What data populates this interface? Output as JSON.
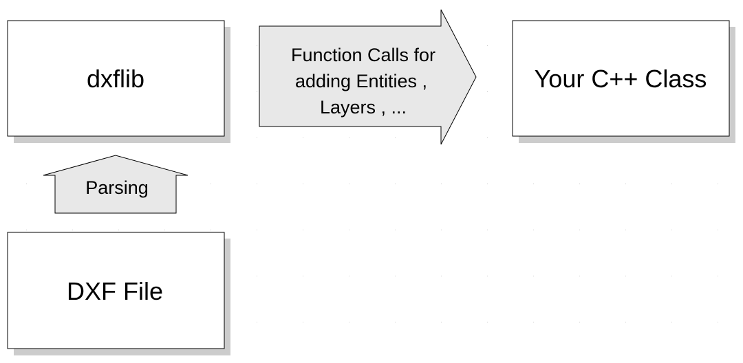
{
  "diagram": {
    "boxes": {
      "dxflib": {
        "label": "dxflib"
      },
      "dxf_file": {
        "label": "DXF File"
      },
      "cpp_class": {
        "label": "Your C++ Class"
      }
    },
    "arrows": {
      "parsing": {
        "label": "Parsing"
      },
      "function_calls": {
        "lines": [
          "Function Calls for",
          "adding Entities ,",
          "Layers , ..."
        ]
      }
    }
  },
  "colors": {
    "background": "#ffffff",
    "box_fill": "#ffffff",
    "box_shadow": "#cccccc",
    "arrow_fill": "#e8e8e8",
    "stroke": "#000000",
    "grid_dot": "#c8c8c8"
  }
}
